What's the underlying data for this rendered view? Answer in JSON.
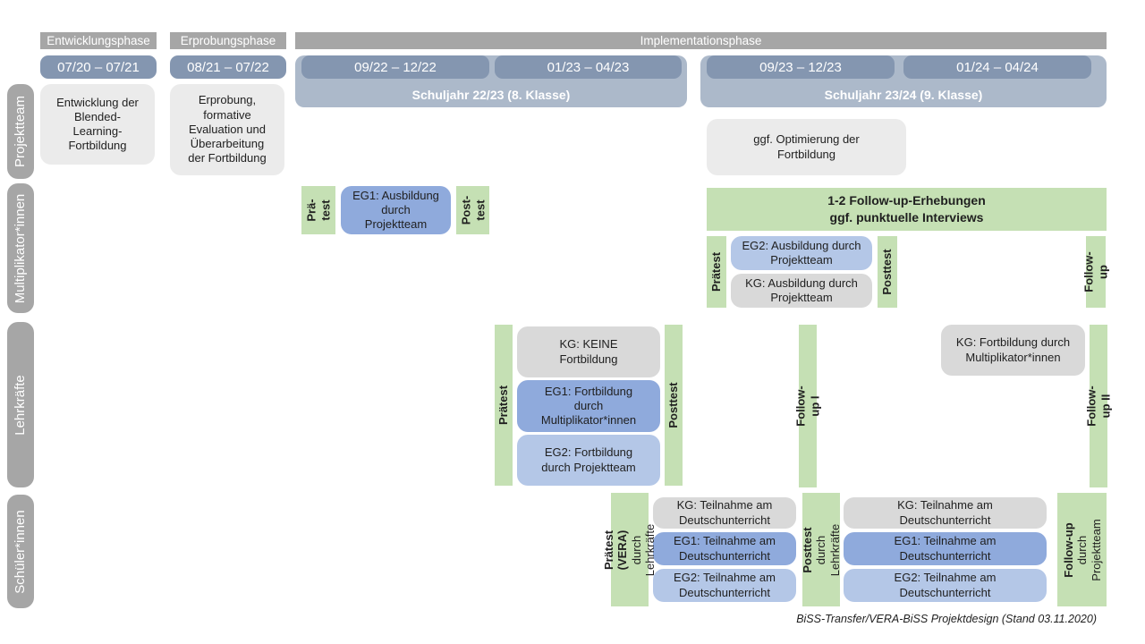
{
  "caption": "BiSS-Transfer/VERA-BiSS Projektdesign (Stand 03.11.2020)",
  "colors": {
    "bar_gray": "#A6A6A6",
    "date_blue": "#8496B0",
    "band_blue": "#ACB9CA",
    "box_gray_light": "#EBEBEB",
    "box_gray": "#D9D9D9",
    "green": "#C5E0B4",
    "blue_mid": "#8FAADC",
    "blue_light": "#B4C7E7"
  },
  "header": {
    "entwicklung": "Entwicklungsphase",
    "erprobung": "Erprobungsphase",
    "implementation": "Implementationsphase",
    "date1": "07/20 – 07/21",
    "date2": "08/21 – 07/22",
    "date3": "09/22 – 12/22",
    "date4": "01/23 – 04/23",
    "date5": "09/23 – 12/23",
    "date6": "01/24 – 04/24",
    "schuljahr1": "Schuljahr 22/23 (8. Klasse)",
    "schuljahr2": "Schuljahr 23/24 (9. Klasse)"
  },
  "rows": {
    "projektteam": {
      "label": "Projektteam",
      "entwicklung": "Entwicklung der\nBlended-\nLearning-\nFortbildung",
      "erprobung": "Erprobung,\nformative\nEvaluation und\nÜberarbeitung\nder Fortbildung",
      "optimierung": "ggf. Optimierung der\nFortbildung"
    },
    "multiplikatoren": {
      "label": "Multiplikator*innen",
      "praetest1": "Prä-\ntest",
      "eg1": "EG1: Ausbildung\ndurch\nProjektteam",
      "posttest1": "Post-\ntest",
      "followup_box": "1-2 Follow-up-Erhebungen\nggf. punktuelle Interviews",
      "praetest2": "Prätest",
      "eg2": "EG2: Ausbildung durch\nProjektteam",
      "kg": "KG: Ausbildung durch\nProjektteam",
      "posttest2": "Posttest",
      "followup": "Follow-up"
    },
    "lehrkraefte": {
      "label": "Lehrkräfte",
      "praetest": "Prätest",
      "kg": "KG: KEINE\nFortbildung",
      "eg1": "EG1: Fortbildung\ndurch\nMultiplikator*innen",
      "eg2": "EG2: Fortbildung\ndurch Projektteam",
      "posttest": "Posttest",
      "followup1": "Follow-up I",
      "kg2": "KG: Fortbildung durch\nMultiplikator*innen",
      "followup2": "Follow-up II"
    },
    "schueler": {
      "label": "Schüler*innen",
      "praetest_bold": "Prätest (VERA)",
      "praetest_sub": "durch Lehrkräfte",
      "kg1": "KG: Teilnahme am\nDeutschunterricht",
      "eg1a": "EG1: Teilnahme am\nDeutschunterricht",
      "eg2a": "EG2: Teilnahme am\nDeutschunterricht",
      "posttest_bold": "Posttest",
      "posttest_sub": "durch Lehrkräfte",
      "kg2": "KG: Teilnahme am\nDeutschunterricht",
      "eg1b": "EG1: Teilnahme am\nDeutschunterricht",
      "eg2b": "EG2: Teilnahme am\nDeutschunterricht",
      "followup_bold": "Follow-up",
      "followup_sub": "durch\nProjektteam"
    }
  }
}
